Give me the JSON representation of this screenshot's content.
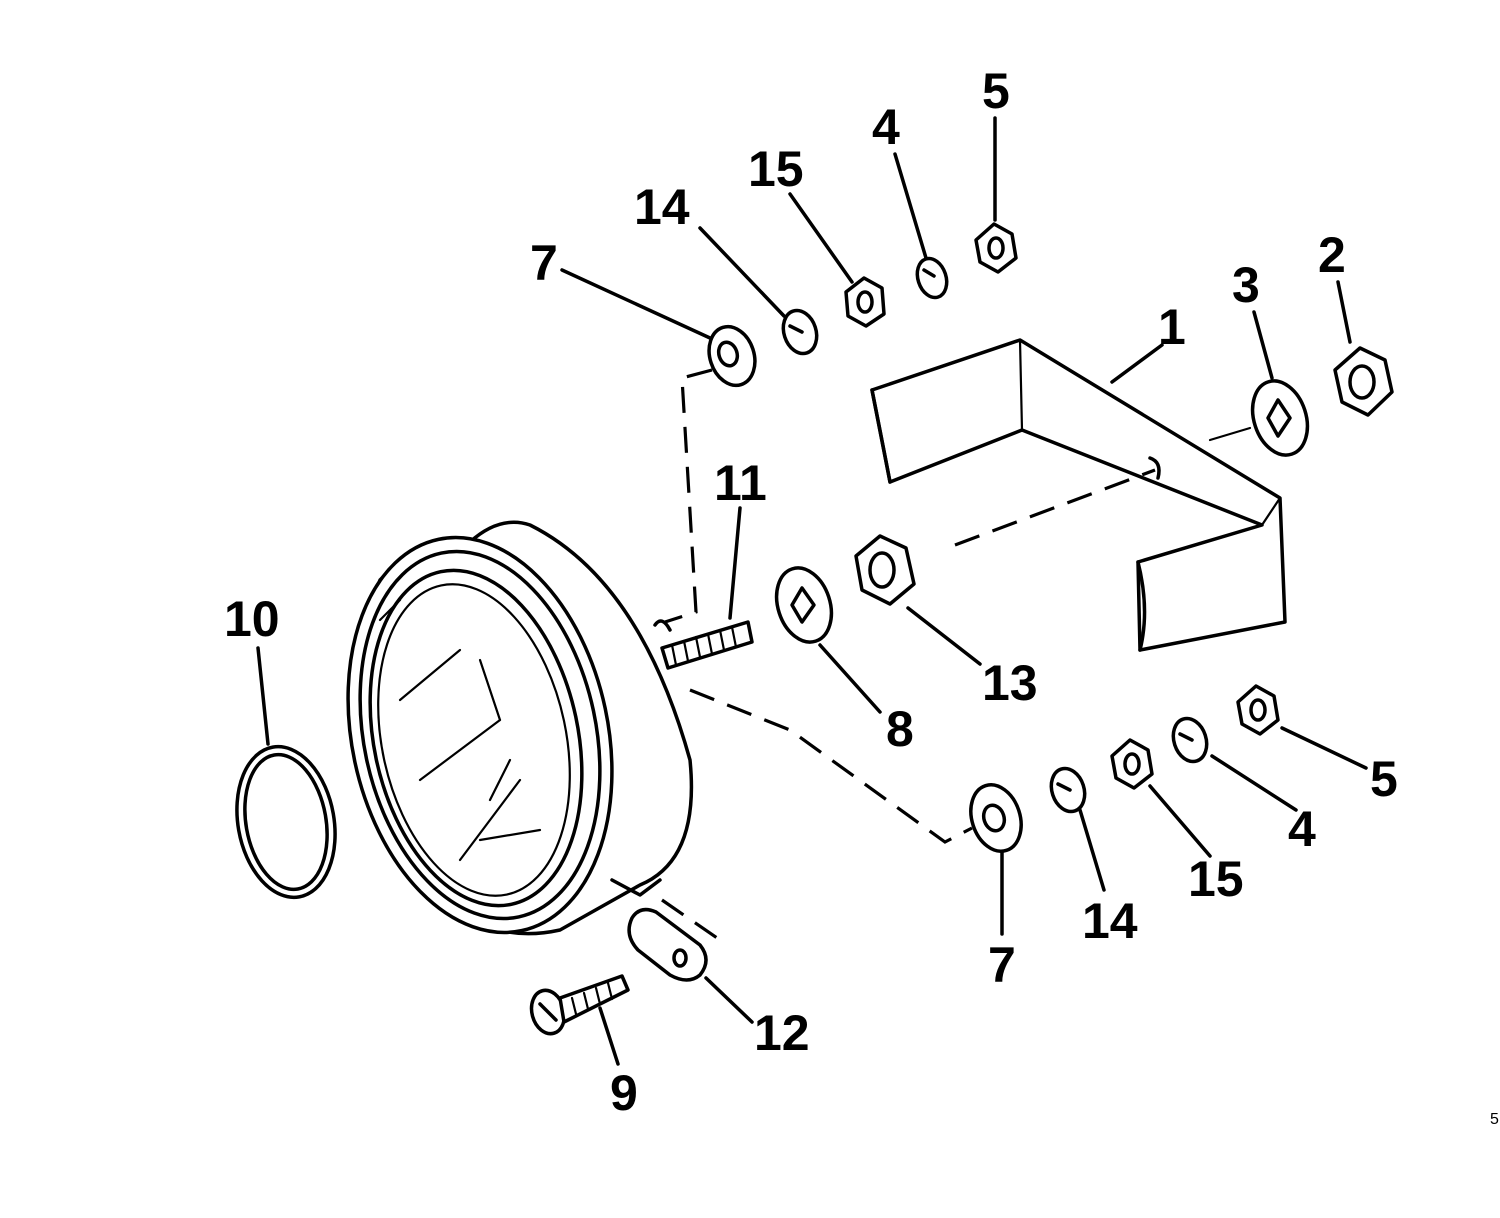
{
  "callouts": {
    "c1": "1",
    "c2": "2",
    "c3": "3",
    "c4a": "4",
    "c4b": "4",
    "c5a": "5",
    "c5b": "5",
    "c7a": "7",
    "c7b": "7",
    "c8": "8",
    "c9": "9",
    "c10": "10",
    "c11": "11",
    "c12": "12",
    "c13": "13",
    "c14a": "14",
    "c14b": "14",
    "c15a": "15",
    "c15b": "15"
  },
  "corner_mark": "5"
}
